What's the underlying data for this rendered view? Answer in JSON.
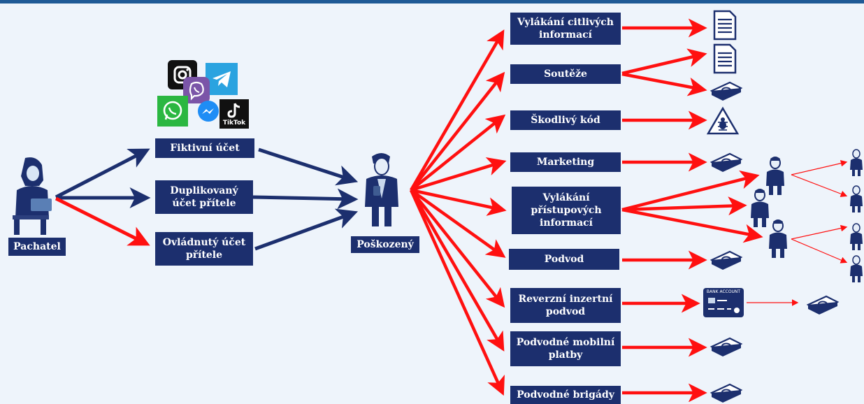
{
  "nodes": {
    "perpetrator": "Pachatel",
    "fake_account": "Fiktivní účet",
    "duplicate_account": "Duplikovaný účet přítele",
    "hijacked_account": "Ovládnutý účet přítele",
    "victim": "Poškozený"
  },
  "outcomes": [
    "Vylákání citlivých informací",
    "Soutěže",
    "Škodlivý kód",
    "Marketing",
    "Vylákání přístupových informací",
    "Podvod",
    "Reverzní inzertní podvod",
    "Podvodné mobilní platby",
    "Podvodné brigády"
  ],
  "icons": {
    "apps": [
      "instagram-icon",
      "viber-icon",
      "telegram-icon",
      "whatsapp-icon",
      "messenger-icon",
      "tiktok-icon"
    ],
    "tiktok_label": "TikTok",
    "bank_card_label": "BANK ACCOUNT"
  },
  "colors": {
    "box": "#1c2f6e",
    "blue_arrow": "#1c2f6e",
    "red_arrow": "#ff1010",
    "background": "#eef4fb"
  }
}
